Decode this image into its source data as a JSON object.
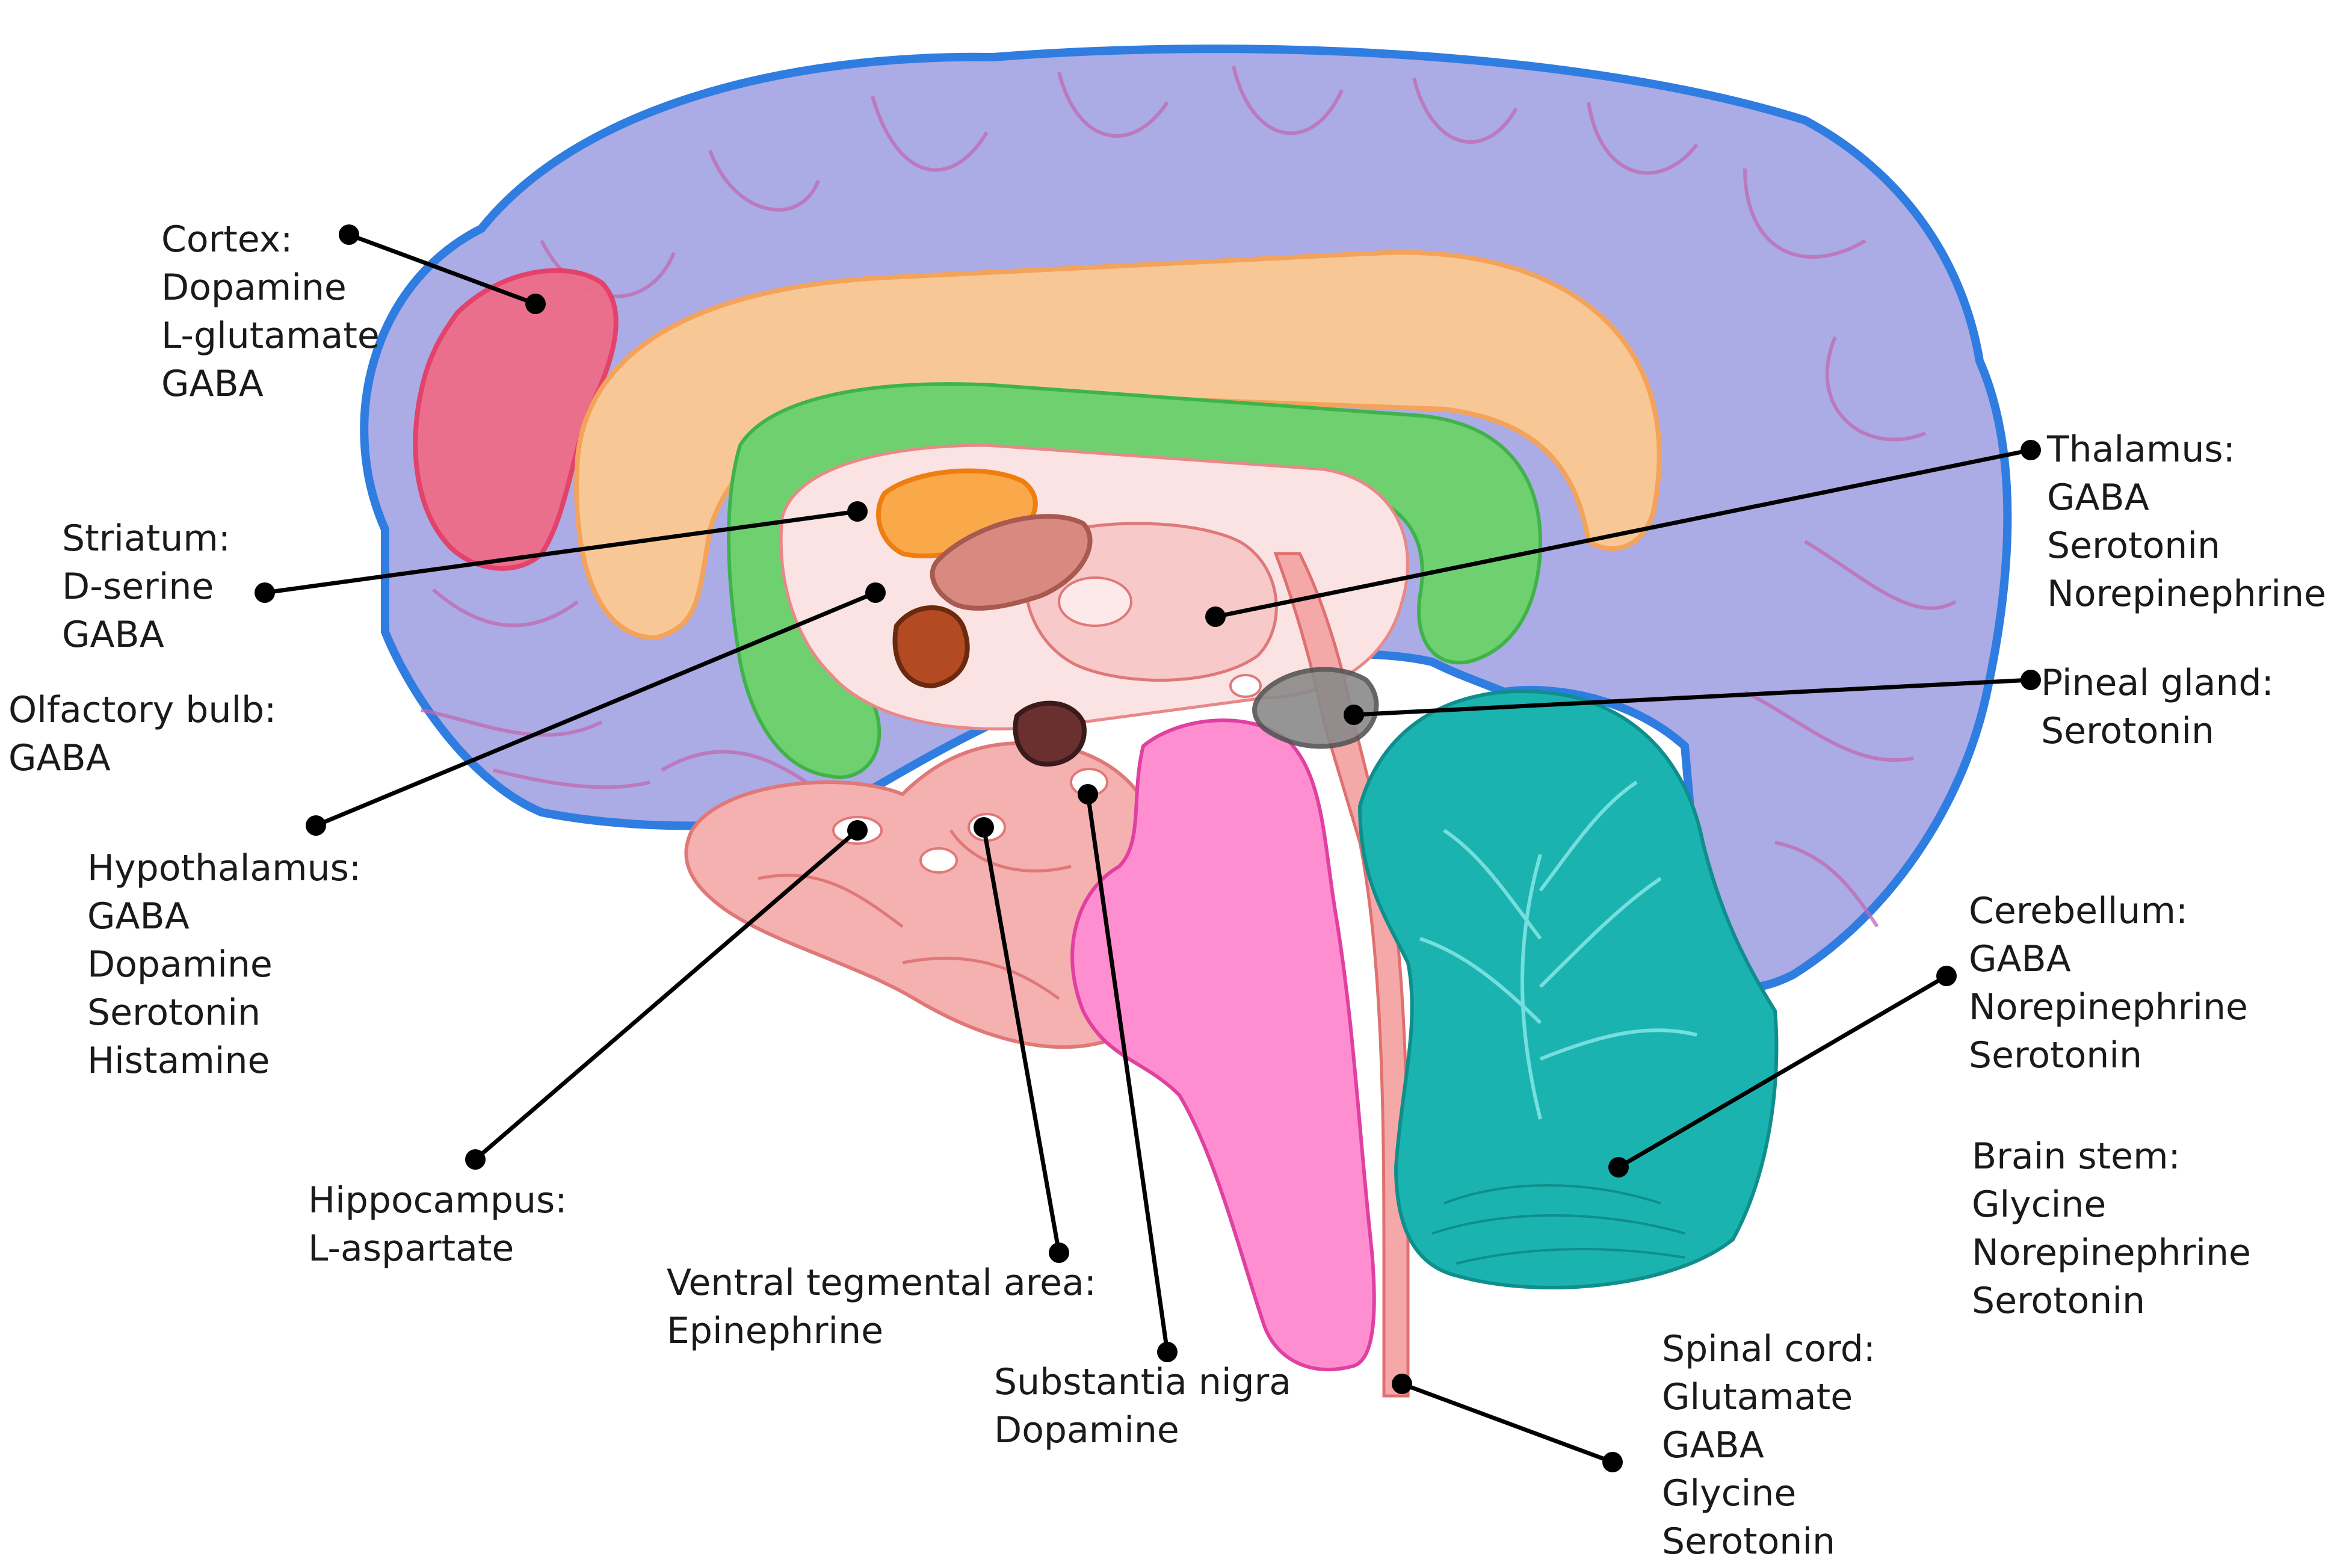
{
  "labels": {
    "cortex": {
      "title": "Cortex:",
      "items": [
        "Dopamine",
        "L-glutamate",
        "GABA"
      ]
    },
    "striatum": {
      "title": "Striatum:",
      "items": [
        "D-serine",
        "GABA"
      ]
    },
    "olfactory": {
      "title": "Olfactory bulb:",
      "items": [
        "GABA"
      ]
    },
    "hypothalamus": {
      "title": "Hypothalamus:",
      "items": [
        "GABA",
        "Dopamine",
        "Serotonin",
        "Histamine"
      ]
    },
    "hippocampus": {
      "title": "Hippocampus:",
      "items": [
        "L-aspartate"
      ]
    },
    "vta": {
      "title": "Ventral tegmental area:",
      "items": [
        "Epinephrine"
      ]
    },
    "substantia": {
      "title": "Substantia nigra",
      "items": [
        "Dopamine"
      ]
    },
    "thalamus": {
      "title": "Thalamus:",
      "items": [
        "GABA",
        "Serotonin",
        "Norepinephrine"
      ]
    },
    "pineal": {
      "title": "Pineal gland:",
      "items": [
        "Serotonin"
      ]
    },
    "cerebellum": {
      "title": "Cerebellum:",
      "items": [
        "GABA",
        "Norepinephrine",
        "Serotonin"
      ]
    },
    "brainstem": {
      "title": "Brain stem:",
      "items": [
        "Glycine",
        "Norepinephrine",
        "Serotonin"
      ]
    },
    "spinal": {
      "title": "Spinal cord:",
      "items": [
        "Glutamate",
        "GABA",
        "Glycine",
        "Serotonin"
      ]
    }
  },
  "colors": {
    "cortex_fill": "#ababe6",
    "cortex_outline": "#2f7de0",
    "cortex_gyri": "#c06ab0",
    "prefrontal": "#f06a86",
    "corpus_callosum": "#f7c896",
    "cingulate": "#6fd070",
    "diencephalon": "#f7c9c9",
    "midbrain": "#f5a8a8",
    "brainstem": "#ff8ed0",
    "cerebellum": "#1bb3b0",
    "striatum_orange": "#f9a94a",
    "striatum_brown": "#d98a80",
    "hypothalamus_nucleus": "#b34a22",
    "sn_nucleus": "#6a3030",
    "pineal": "#8a8a8a",
    "leader": "#000000"
  }
}
